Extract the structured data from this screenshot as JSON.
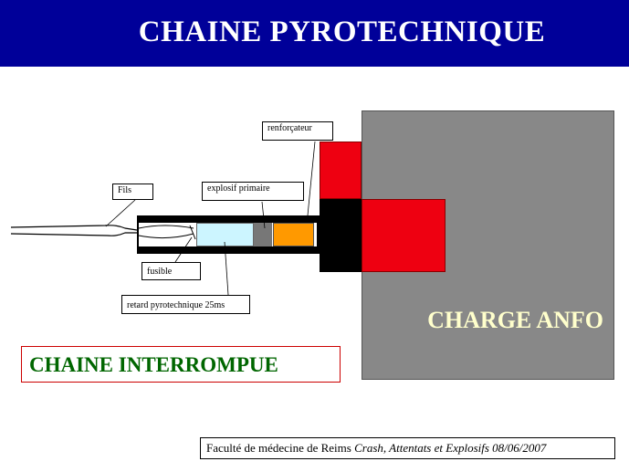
{
  "header": {
    "title": "CHAINE PYROTECHNIQUE"
  },
  "labels": {
    "renforcateur": "renforçateur",
    "fils": "Fils",
    "explosif_primaire": "explosif primaire",
    "fusible": "fusible",
    "retard": "retard pyrotechnique  25ms"
  },
  "charge": "CHARGE  ANFO",
  "status": "CHAINE  INTERROMPUE",
  "footer": {
    "institution": "Faculté de médecine de Reims ",
    "course": "Crash, Attentats et Explosifs",
    "date": "  08/06/2007"
  },
  "colors": {
    "header_bg": "#000099",
    "charge_bg": "#888888",
    "booster_red": "#ee0011",
    "retard_blue": "#ccf5ff",
    "primary_orange": "#ff9900",
    "charge_text": "#ffffcc",
    "status_text": "#006600"
  }
}
